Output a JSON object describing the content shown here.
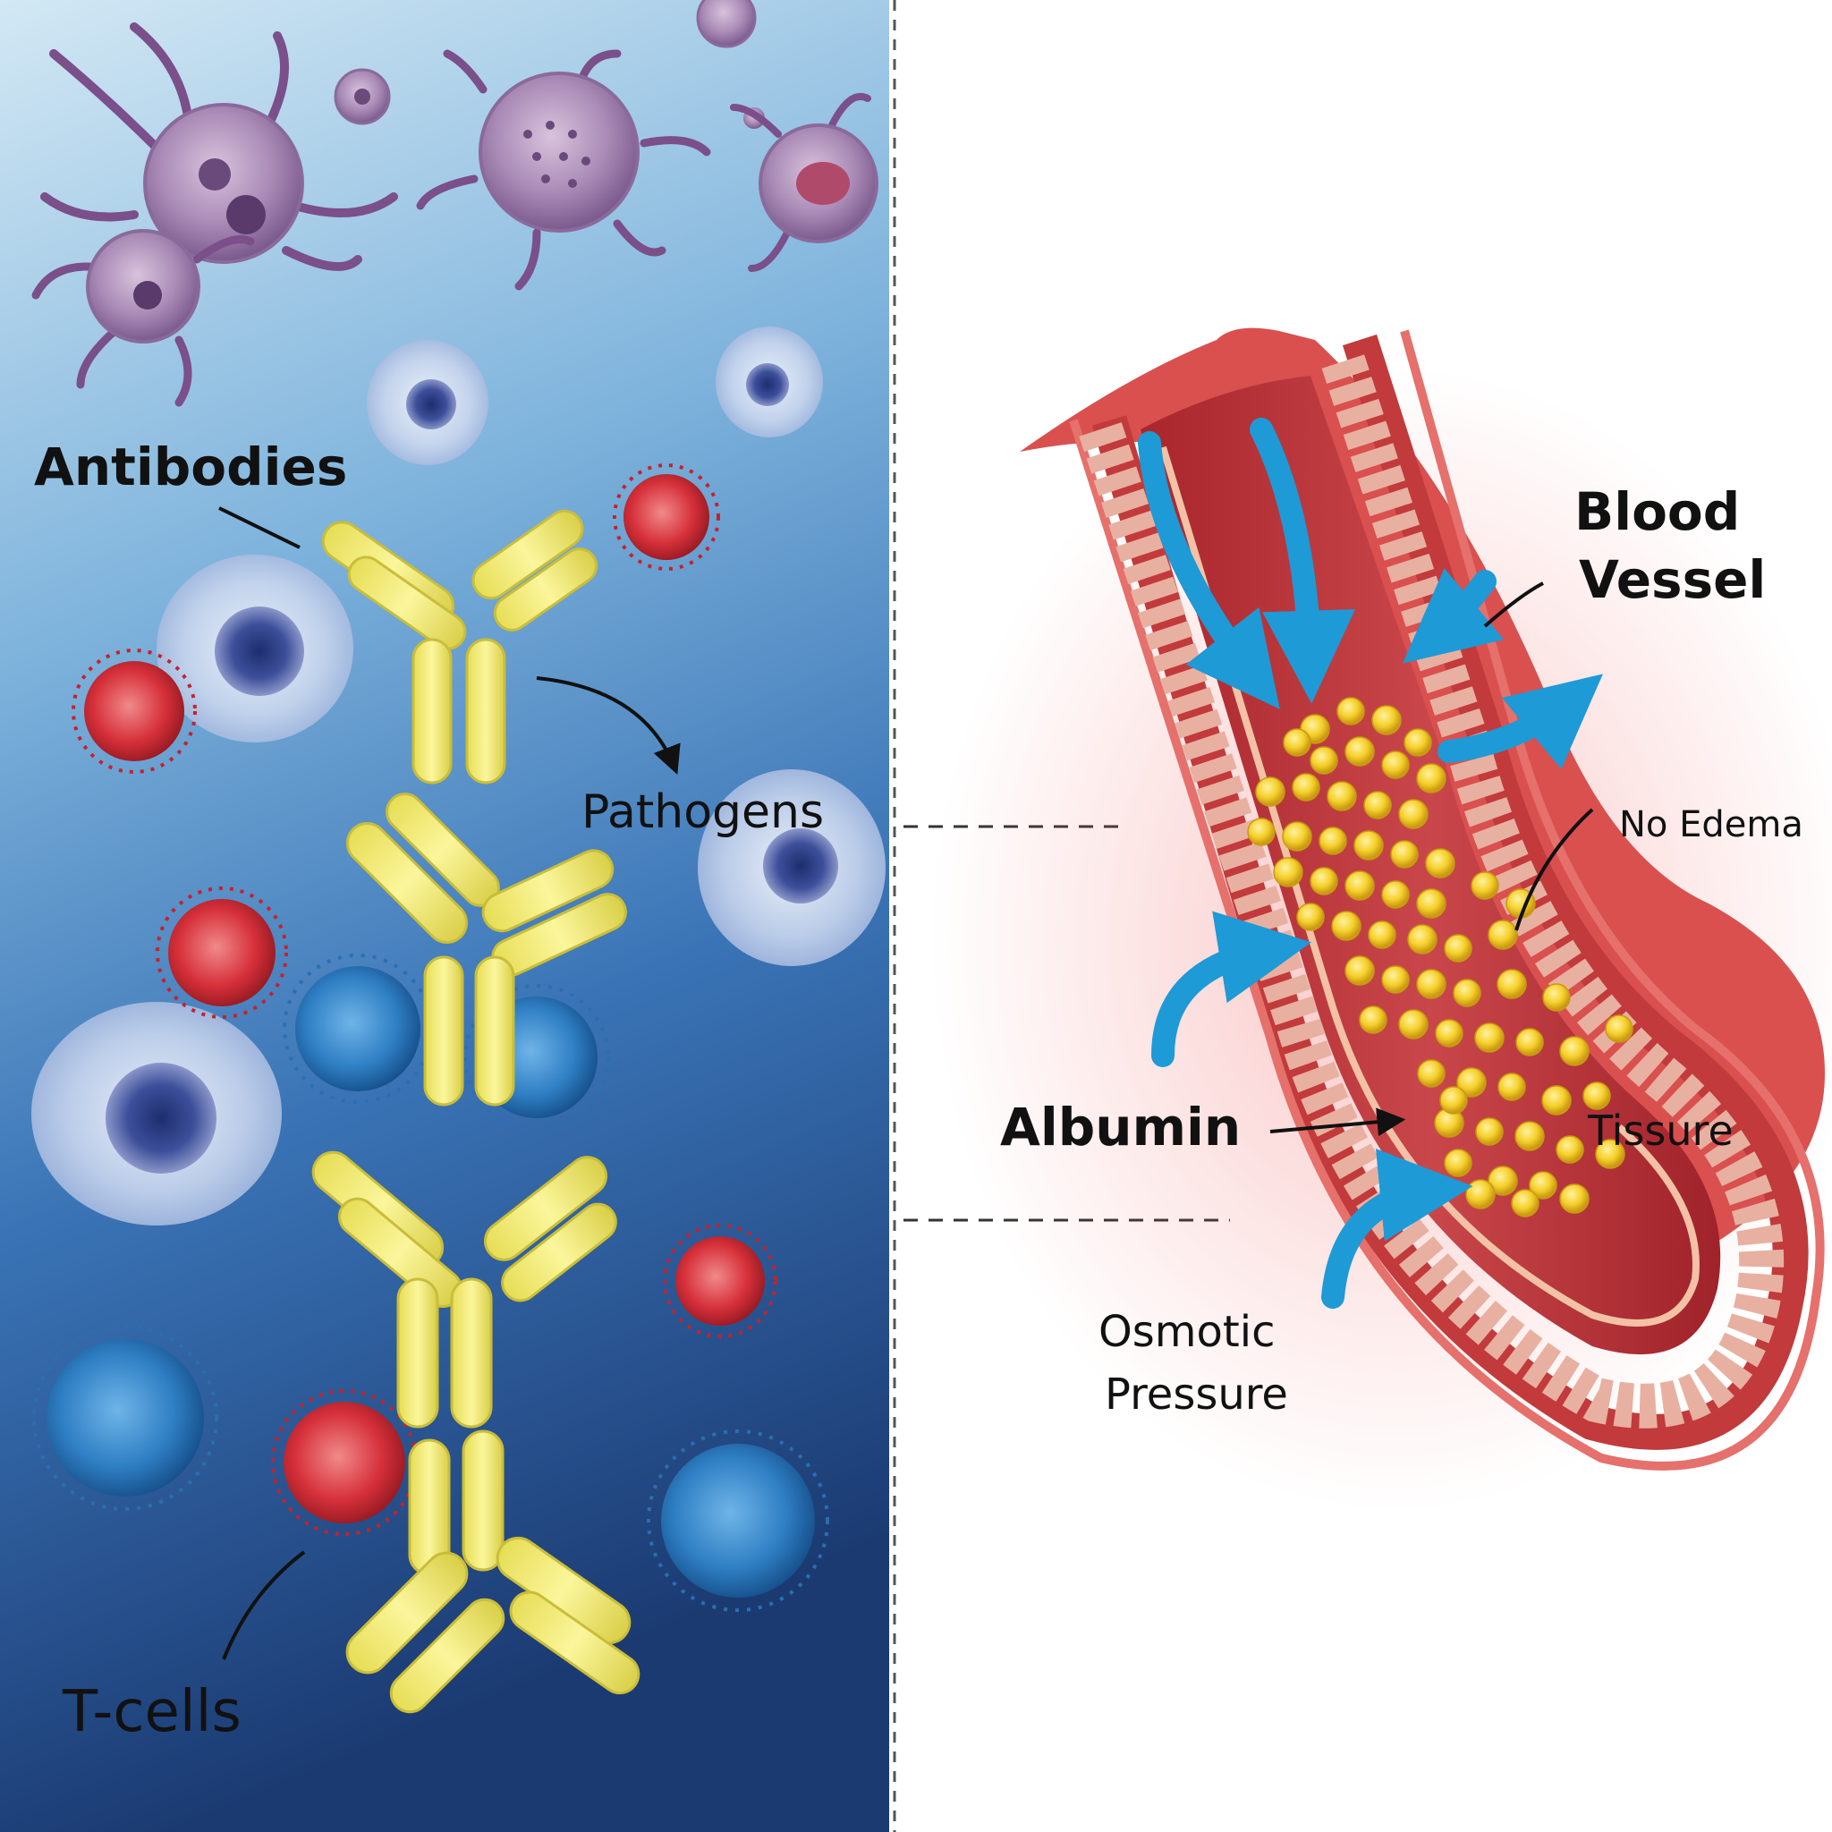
{
  "left_panel": {
    "labels": {
      "antibodies": "Antibodies",
      "pathogens": "Pathogens",
      "t_cells": "T-cells"
    }
  },
  "right_panel": {
    "labels": {
      "blood_vessel_line1": "Blood",
      "blood_vessel_line2": "Vessel",
      "no_edema": "No Edema",
      "albumin": "Albumin",
      "tissue": "Tissure",
      "osmotic_line1": "Osmotic",
      "osmotic_line2": "Pressure"
    }
  },
  "colors": {
    "immune_bg_top": "#cfe4f1",
    "immune_bg_bottom": "#1e3f78",
    "antibody_yellow": "#f2ec7a",
    "virus_red": "#d6303a",
    "virus_blue": "#2f7fc4",
    "macrophage_purple": "#9a7aa8",
    "vessel_red": "#b3262b",
    "albumin_yellow": "#f5cf2a",
    "flow_arrow_blue": "#1e9ad6",
    "divider_dash": "#555555"
  }
}
